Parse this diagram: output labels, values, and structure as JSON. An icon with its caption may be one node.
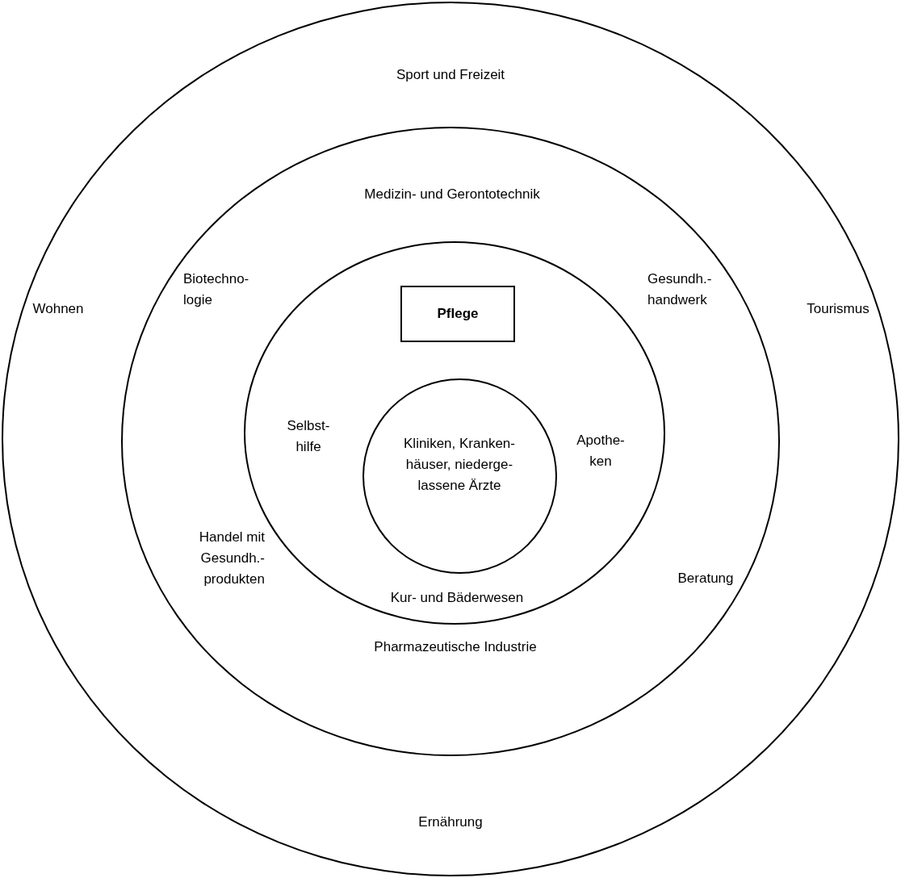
{
  "diagram": {
    "nodes": [
      {
        "text": [
          "Sport und Freizeit",
          "Wohnen",
          "Tourismus",
          "Ernährung"
        ]
      },
      {
        "text": [
          "Medizin- und Gerontotechnik",
          "Biotechno- logie",
          "Gesundh.- handwerk",
          "Handel mit Gesundh.- produkten",
          "Beratung",
          "Pharmazeutische Industrie"
        ],
        "in": 0
      },
      {
        "text": [
          "Selbst- hilfe",
          "Apothe- ken",
          "Kur- und Bäderwesen"
        ],
        "in": 1
      },
      {
        "text": [
          "Pflege"
        ],
        "in": 2
      },
      {
        "text": [
          "Kliniken, Kranken- häuser, niederge- lassene Ärzte"
        ],
        "in": 2
      }
    ]
  }
}
